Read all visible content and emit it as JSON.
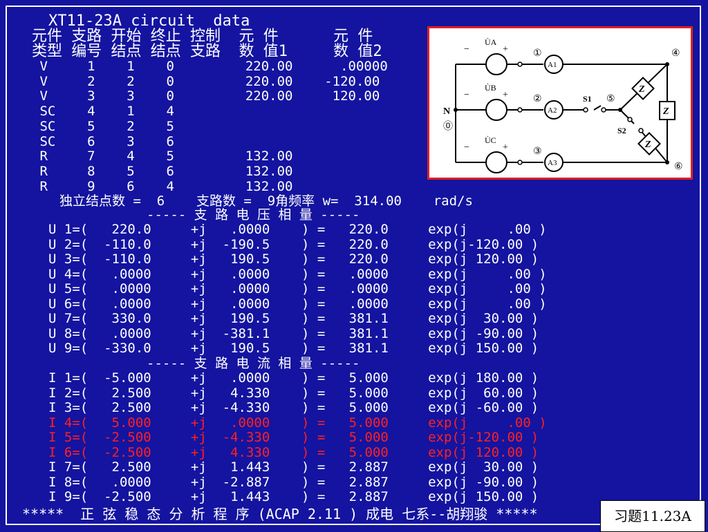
{
  "title": "XT11-23A circuit  data",
  "header": {
    "line1": "元件 支路 开始 终止 控制  元 件      元 件",
    "line2": "类型 编号 结点 结点 支路  数 值1     数 值2"
  },
  "elements": [
    " V     1    1    0         220.00      .00000",
    " V     2    2    0         220.00    -120.00",
    " V     3    3    0         220.00     120.00",
    " SC    4    1    4",
    " SC    5    2    5",
    " SC    6    3    6",
    " R     7    4    5         132.00",
    " R     8    5    6         132.00",
    " R     9    6    4         132.00"
  ],
  "summary": "独立结点数 =  6    支路数 =  9角频率 w=  314.00    rad/s",
  "voltage_title": "----- 支 路 电 压 相 量 -----",
  "voltages": [
    "U 1=(   220.0     +j   .0000    ) =   220.0     exp(j     .00 )",
    "U 2=(  -110.0     +j  -190.5    ) =   220.0     exp(j-120.00 )",
    "U 3=(  -110.0     +j   190.5    ) =   220.0     exp(j 120.00 )",
    "U 4=(   .0000     +j   .0000    ) =   .0000     exp(j     .00 )",
    "U 5=(   .0000     +j   .0000    ) =   .0000     exp(j     .00 )",
    "U 6=(   .0000     +j   .0000    ) =   .0000     exp(j     .00 )",
    "U 7=(   330.0     +j   190.5    ) =   381.1     exp(j  30.00 )",
    "U 8=(   .0000     +j  -381.1    ) =   381.1     exp(j -90.00 )",
    "U 9=(  -330.0     +j   190.5    ) =   381.1     exp(j 150.00 )"
  ],
  "current_title": "----- 支 路 电 流 相 量 -----",
  "currents": [
    "I 1=(  -5.000     +j   .0000    ) =   5.000     exp(j 180.00 )",
    "I 2=(   2.500     +j   4.330    ) =   5.000     exp(j  60.00 )",
    "I 3=(   2.500     +j  -4.330    ) =   5.000     exp(j -60.00 )",
    "I 4=(   5.000     +j   .0000    ) =   5.000     exp(j     .00 )",
    "I 5=(  -2.500     +j  -4.330    ) =   5.000     exp(j-120.00 )",
    "I 6=(  -2.500     +j   4.330    ) =   5.000     exp(j 120.00 )",
    "I 7=(   2.500     +j   1.443    ) =   2.887     exp(j  30.00 )",
    "I 8=(   .0000     +j  -2.887    ) =   2.887     exp(j -90.00 )",
    "I 9=(  -2.500     +j   1.443    ) =   2.887     exp(j 150.00 )"
  ],
  "highlight_currents": [
    3,
    4,
    5
  ],
  "footer": "*****  正 弦 稳 态 分 析 程 序 (ACAP 2.11 ) 成电 七系--胡翔骏 *****",
  "badge": "习题11.23A",
  "circuit": {
    "ua": "U̇A",
    "ub": "U̇B",
    "uc": "U̇C",
    "a1": "A1",
    "a2": "A2",
    "a3": "A3",
    "n": "N",
    "n0": "⓪",
    "node1": "①",
    "node2": "②",
    "node3": "③",
    "node4": "④",
    "node5": "⑤",
    "node6": "⑥",
    "s1": "S1",
    "s2": "S2",
    "z": "Z",
    "minus": "−",
    "plus": "+"
  },
  "colors": {
    "background": "#1414a0",
    "text": "#ffffff",
    "highlight": "#ff2020",
    "circuit_border": "#e02020"
  }
}
